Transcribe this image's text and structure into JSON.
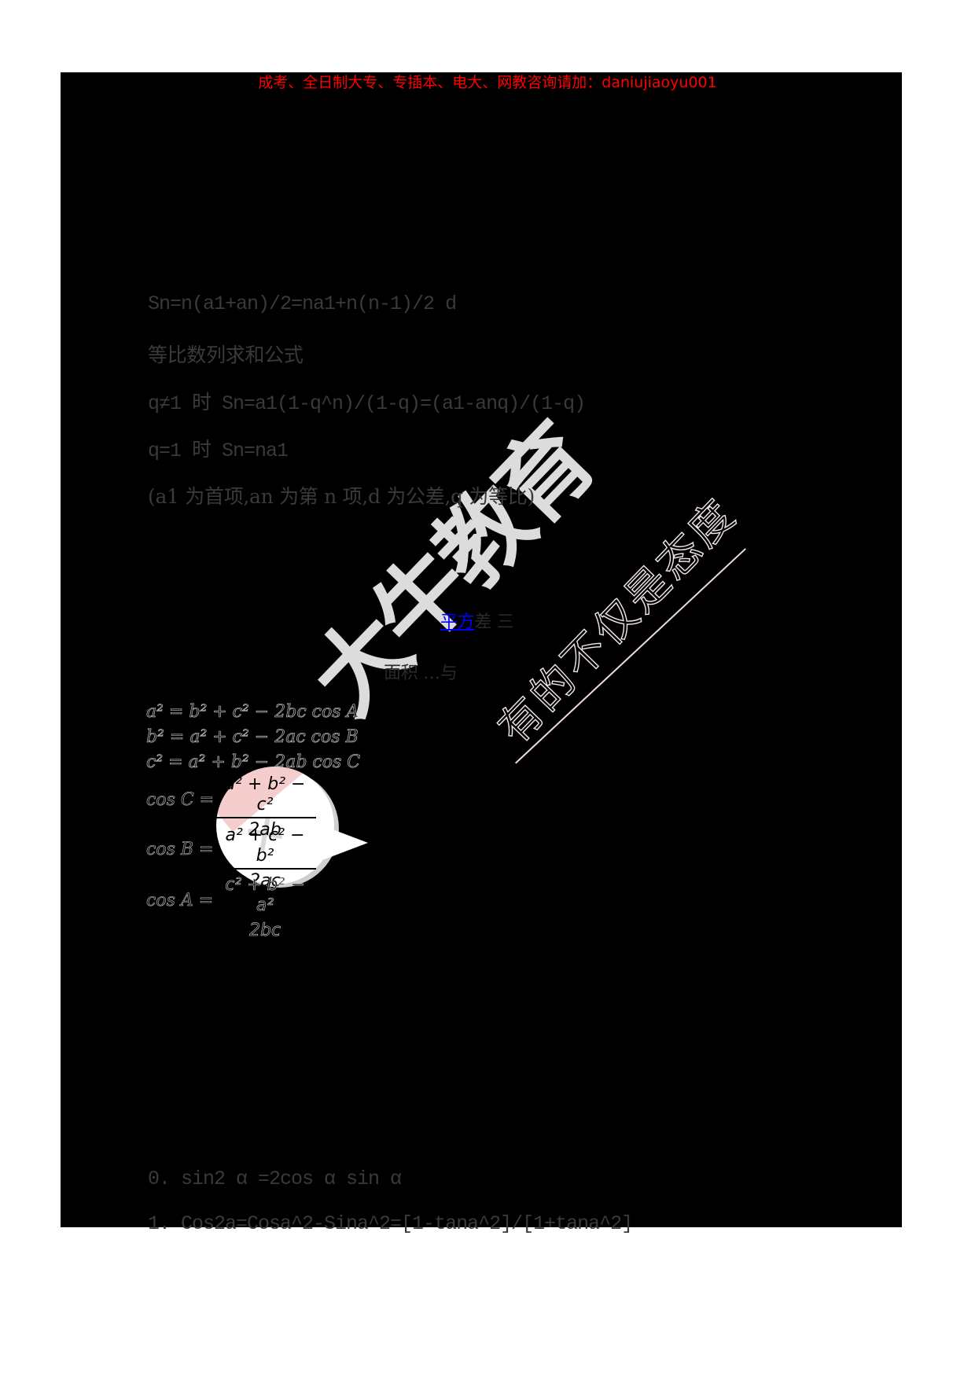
{
  "header": {
    "banner": "成考、全日制大专、专插本、电大、网教咨询请加：daniujiaoyu001",
    "banner_color": "#ff0000"
  },
  "content": {
    "arithmetic_sum": "Sn=n(a1+an)/2=na1+n(n-1)/2 d",
    "geometric_heading": "等比数列求和公式",
    "geometric_q_ne_1": "q≠1 时  Sn=a1(1-q^n)/(1-q)=(a1-anq)/(1-q)",
    "geometric_q_eq_1": "q=1 时 Sn=na1",
    "legend": "(a1 为首项,an 为第 n 项,d 为公差,q  为等比)",
    "link_prefix": "",
    "link_text": "平方",
    "link_suffix": "差  三",
    "partial_text": "面积  …与",
    "law_of_cosines": [
      "a² = b² + c² − 2bc cos A",
      "b² = a² + c² − 2ac cos B",
      "c² = a² + b² − 2ab cos C"
    ],
    "cos_formulas": [
      {
        "label": "cos C =",
        "numerator": "a² + b² − c²",
        "denominator": "2ab"
      },
      {
        "label": "cos B =",
        "numerator": "a² + c² − b²",
        "denominator": "2ac"
      },
      {
        "label": "cos A =",
        "numerator": "c² + b² − a²",
        "denominator": "2bc"
      }
    ],
    "double_angle_sin": "0. sin2 α =2cos α sin α",
    "double_angle_cos": "1. Cos2a=Cosa^2-Sina^2=[1-tana^2]/[1+tana^2]"
  },
  "watermark": {
    "brand": "大牛教育",
    "slogan": "有的不仅是态度",
    "logo_glyph": "✕"
  },
  "colors": {
    "page_background": "#000000",
    "text": "#3a3a3a",
    "link": "#0000ff",
    "watermark": "#dcdcdc"
  }
}
